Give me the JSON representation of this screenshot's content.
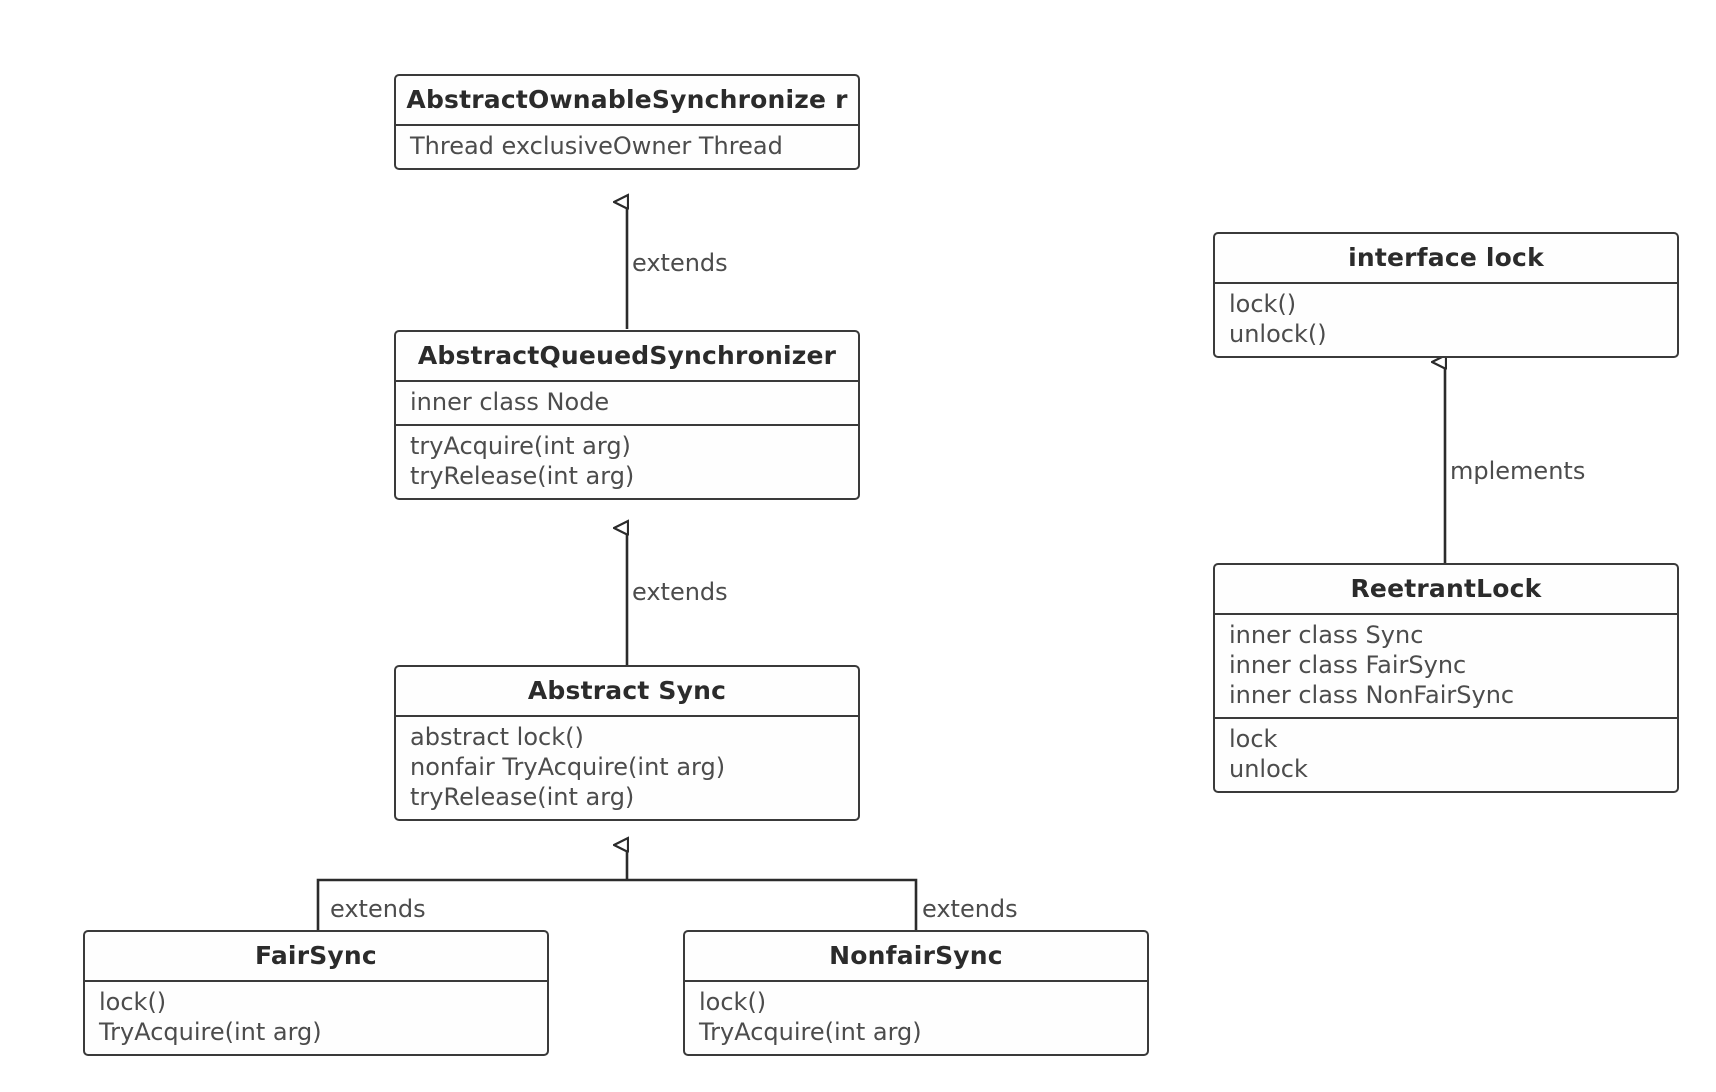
{
  "diagram": {
    "title": "ReentrantLock / AbstractQueuedSynchronizer class hierarchy",
    "type": "uml-class-diagram",
    "stroke_color": "#3a3a3a",
    "text_color": "#4c4c4c",
    "title_color": "#2b2b2b",
    "background": "#ffffff"
  },
  "classes": {
    "abstract_ownable_synchronizer": {
      "name": "AbstractOwnableSynchronize\nr",
      "fields": [
        "Thread exclusiveOwner Thread"
      ]
    },
    "abstract_queued_synchronizer": {
      "name": "AbstractQueuedSynchronizer",
      "inner": [
        "inner class Node"
      ],
      "methods": [
        "tryAcquire(int arg)",
        "tryRelease(int arg)"
      ]
    },
    "abstract_sync": {
      "name": "Abstract Sync",
      "methods": [
        "abstract lock()",
        "nonfair TryAcquire(int arg)",
        "tryRelease(int arg)"
      ]
    },
    "fair_sync": {
      "name": "FairSync",
      "methods": [
        "lock()",
        "TryAcquire(int arg)"
      ]
    },
    "nonfair_sync": {
      "name": "NonfairSync",
      "methods": [
        "lock()",
        "TryAcquire(int arg)"
      ]
    },
    "interface_lock": {
      "name": "interface lock",
      "methods": [
        "lock()",
        "unlock()"
      ]
    },
    "reentrant_lock": {
      "name": "ReetrantLock",
      "inner": [
        "inner class Sync",
        "inner class FairSync",
        "inner class NonFairSync"
      ],
      "methods": [
        "lock",
        "unlock"
      ]
    }
  },
  "relations": {
    "aqs_to_aos": "extends",
    "sync_to_aqs": "extends",
    "fairsync_to_sync": "extends",
    "nonfairsync_to_sync": "extends",
    "reentrantlock_to_lock": "mplements"
  }
}
